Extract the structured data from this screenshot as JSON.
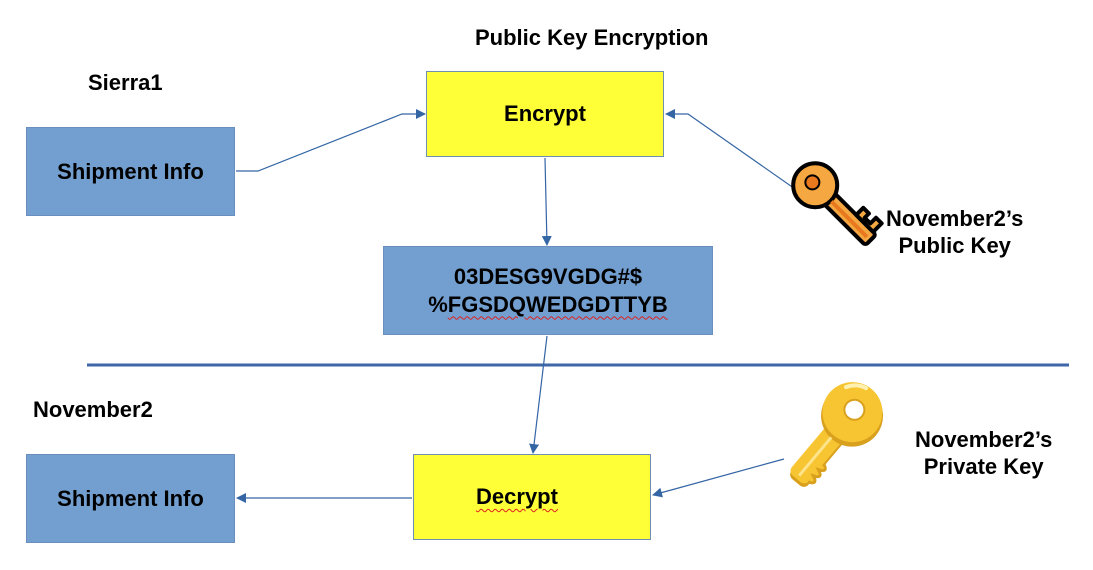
{
  "title": "Public Key Encryption",
  "sections": {
    "sender": "Sierra1",
    "receiver": "November2"
  },
  "boxes": {
    "shipment_info_top": "Shipment Info",
    "encrypt": "Encrypt",
    "ciphertext_line1": "03DESG9VGDG#$",
    "ciphertext_line2_prefix": "%",
    "ciphertext_line2_rest": "FGSDQWEDGDTTYB",
    "decrypt": "Decrypt",
    "shipment_info_bottom": "Shipment Info"
  },
  "keys": {
    "public": {
      "icon": "key-icon",
      "color": "#f5a742",
      "label_line1": "November2’s",
      "label_line2": "Public Key"
    },
    "private": {
      "icon": "key-icon",
      "color": "#f7c532",
      "label_line1": "November2’s",
      "label_line2": "Private Key"
    }
  },
  "colors": {
    "blue_box": "#729fcf",
    "yellow_box": "#ffff38",
    "arrow": "#3465a4",
    "divider": "#3e66a8"
  }
}
